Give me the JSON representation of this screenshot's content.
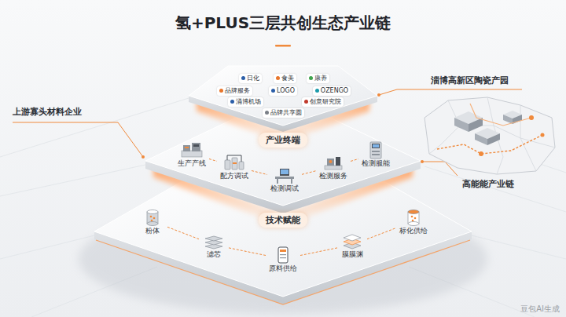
{
  "diagram": {
    "title": "氢+PLUS三层共创生态产业链",
    "nodes": [
      {
        "text": [
          "产业终端"
        ]
      },
      {
        "text": [
          "技术赋能"
        ]
      },
      {
        "text": [
          "生产产线"
        ]
      },
      {
        "text": [
          "配方调试"
        ]
      },
      {
        "text": [
          "检测调试"
        ]
      },
      {
        "text": [
          "检测服务"
        ]
      },
      {
        "text": [
          "检测服能"
        ]
      },
      {
        "text": [
          "粉体"
        ]
      },
      {
        "text": [
          "滤芯"
        ]
      },
      {
        "text": [
          "原料供给"
        ]
      },
      {
        "text": [
          "膜膜渊"
        ]
      },
      {
        "text": [
          "标化供给"
        ]
      }
    ],
    "edges": [
      {
        "from": 2,
        "to": 3,
        "arrow": "none"
      },
      {
        "from": 3,
        "to": 4,
        "arrow": "none"
      },
      {
        "from": 4,
        "to": 5,
        "arrow": "none"
      },
      {
        "from": 5,
        "to": 6,
        "arrow": "none"
      },
      {
        "from": 7,
        "to": 8,
        "arrow": "none"
      },
      {
        "from": 8,
        "to": 9,
        "arrow": "none"
      },
      {
        "from": 9,
        "to": 10,
        "arrow": "none"
      },
      {
        "from": 10,
        "to": 11,
        "arrow": "none"
      }
    ],
    "labels": [
      "日化",
      "食美",
      "康养",
      "品牌服务",
      "LOGO",
      "OZENGO",
      "涌博机场",
      "品牌共享圆",
      "创意研究院",
      "上游寡头材料企业",
      "淄博高新区陶瓷产园",
      "高能能产业链",
      "豆包AI生成"
    ]
  }
}
